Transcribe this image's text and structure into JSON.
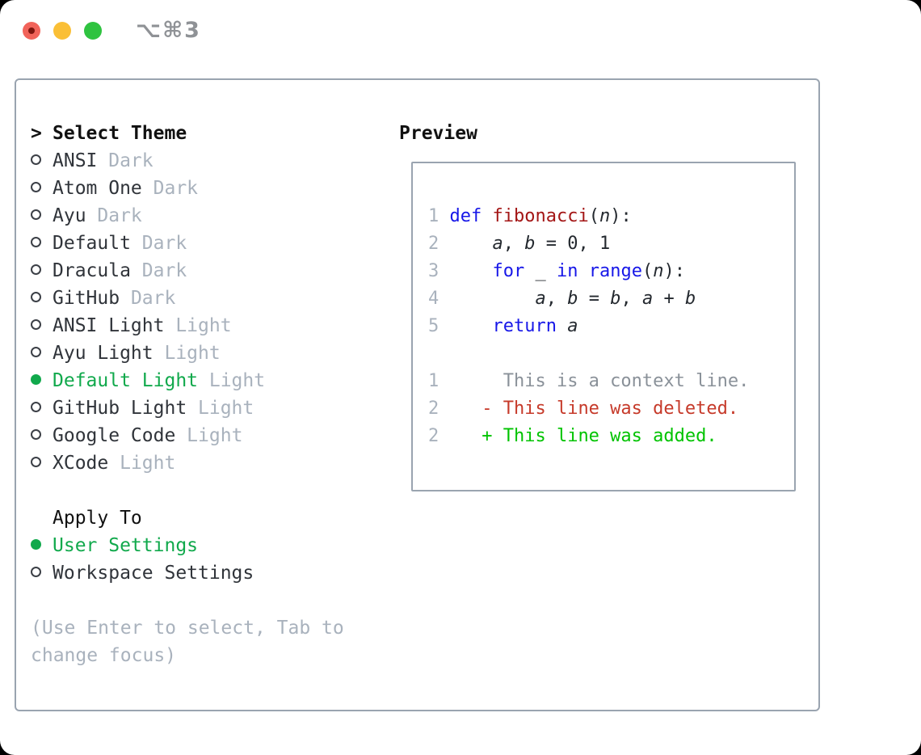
{
  "window": {
    "title": "⌥⌘3",
    "traffic_lights": [
      {
        "name": "close",
        "color": "#f1635a"
      },
      {
        "name": "minimize",
        "color": "#fabf36"
      },
      {
        "name": "zoom",
        "color": "#2fc340"
      }
    ]
  },
  "theme_panel": {
    "header": {
      "prefix": ">",
      "label": "Select Theme"
    },
    "themes": [
      {
        "name": "ANSI",
        "variant": "Dark",
        "selected": false
      },
      {
        "name": "Atom One",
        "variant": "Dark",
        "selected": false
      },
      {
        "name": "Ayu",
        "variant": "Dark",
        "selected": false
      },
      {
        "name": "Default",
        "variant": "Dark",
        "selected": false
      },
      {
        "name": "Dracula",
        "variant": "Dark",
        "selected": false
      },
      {
        "name": "GitHub",
        "variant": "Dark",
        "selected": false
      },
      {
        "name": "ANSI Light",
        "variant": "Light",
        "selected": false
      },
      {
        "name": "Ayu Light",
        "variant": "Light",
        "selected": false
      },
      {
        "name": "Default Light",
        "variant": "Light",
        "selected": true
      },
      {
        "name": "GitHub Light",
        "variant": "Light",
        "selected": false
      },
      {
        "name": "Google Code",
        "variant": "Light",
        "selected": false
      },
      {
        "name": "XCode",
        "variant": "Light",
        "selected": false
      }
    ],
    "apply_to": {
      "label": "Apply To",
      "options": [
        {
          "name": "User Settings",
          "selected": true
        },
        {
          "name": "Workspace Settings",
          "selected": false
        }
      ]
    },
    "hint": "(Use Enter to select, Tab to change focus)"
  },
  "preview": {
    "label": "Preview",
    "lines": [
      [
        {
          "t": "1 ",
          "c": "ln"
        },
        {
          "t": "def",
          "c": "kw"
        },
        {
          "t": " ",
          "c": "pl"
        },
        {
          "t": "fibonacci",
          "c": "fn"
        },
        {
          "t": "(",
          "c": "pl"
        },
        {
          "t": "n",
          "c": "var"
        },
        {
          "t": "):",
          "c": "pl"
        }
      ],
      [
        {
          "t": "2 ",
          "c": "ln"
        },
        {
          "t": "    ",
          "c": "pl"
        },
        {
          "t": "a",
          "c": "var"
        },
        {
          "t": ", ",
          "c": "pl"
        },
        {
          "t": "b",
          "c": "var"
        },
        {
          "t": " = 0, 1",
          "c": "pl"
        }
      ],
      [
        {
          "t": "3 ",
          "c": "ln"
        },
        {
          "t": "    ",
          "c": "pl"
        },
        {
          "t": "for",
          "c": "kw"
        },
        {
          "t": " _ ",
          "c": "pl"
        },
        {
          "t": "in",
          "c": "kw"
        },
        {
          "t": " ",
          "c": "pl"
        },
        {
          "t": "range",
          "c": "kw"
        },
        {
          "t": "(",
          "c": "pl"
        },
        {
          "t": "n",
          "c": "var"
        },
        {
          "t": "):",
          "c": "pl"
        }
      ],
      [
        {
          "t": "4 ",
          "c": "ln"
        },
        {
          "t": "        ",
          "c": "pl"
        },
        {
          "t": "a",
          "c": "var"
        },
        {
          "t": ", ",
          "c": "pl"
        },
        {
          "t": "b",
          "c": "var"
        },
        {
          "t": " = ",
          "c": "pl"
        },
        {
          "t": "b",
          "c": "var"
        },
        {
          "t": ", ",
          "c": "pl"
        },
        {
          "t": "a",
          "c": "var"
        },
        {
          "t": " + ",
          "c": "pl"
        },
        {
          "t": "b",
          "c": "var"
        }
      ],
      [
        {
          "t": "5 ",
          "c": "ln"
        },
        {
          "t": "    ",
          "c": "pl"
        },
        {
          "t": "return",
          "c": "kw"
        },
        {
          "t": " ",
          "c": "pl"
        },
        {
          "t": "a",
          "c": "var"
        }
      ],
      [],
      [
        {
          "t": "1 ",
          "c": "ln"
        },
        {
          "t": "     This is a context line.",
          "c": "ctx"
        }
      ],
      [
        {
          "t": "2 ",
          "c": "ln"
        },
        {
          "t": "   - This line was deleted.",
          "c": "del"
        }
      ],
      [
        {
          "t": "2 ",
          "c": "ln"
        },
        {
          "t": "   + This line was added.",
          "c": "add"
        }
      ]
    ]
  },
  "colors": {
    "accent_green": "#11a94c",
    "diff_green": "#00c300",
    "diff_red": "#c63a2a",
    "keyword_blue": "#1717e8",
    "function_red": "#a31515",
    "code_text": "#24292f",
    "context_gray": "#8a9199",
    "muted_gray": "#a9b2bd",
    "list_text": "#30343a",
    "heading_black": "#111111",
    "panel_border": "#9aa4b0",
    "titlebar_title": "#8f9296",
    "traffic_red": "#f1635a",
    "traffic_red_dot": "#7e150e",
    "traffic_yellow": "#fabf36",
    "traffic_green": "#2fc340",
    "window_bg": "#ffffff",
    "backdrop": "#000000"
  }
}
